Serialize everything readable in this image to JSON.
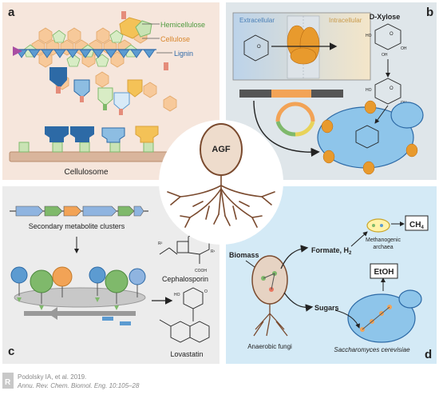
{
  "panels": {
    "a": {
      "label": "a",
      "legend": [
        "Hemicellulose",
        "Cellulose",
        "Lignin"
      ],
      "caption": "Cellulosome"
    },
    "b": {
      "label": "b",
      "extracellular": "Extracellular",
      "intracellular": "Intracellular",
      "sugar": "D-Xylose"
    },
    "c": {
      "label": "c",
      "clusters": "Secondary metabolite clusters",
      "drug1": "Cephalosporin",
      "drug2": "Lovastatin"
    },
    "d": {
      "label": "d",
      "biomass": "Biomass",
      "formate_prefix": "Formate, H",
      "formate_sub": "2",
      "sugars": "Sugars",
      "methane_main": "CH",
      "methane_sub": "4",
      "etoh": "EtOH",
      "methanogen_line1": "Methanogenic",
      "methanogen_line2": "archaea",
      "fungi": "Anaerobic fungi",
      "yeast": "Saccharomyces cerevisiae"
    },
    "center": {
      "label": "AGF"
    }
  },
  "citation": {
    "line1": "Podolsky IA, et al. 2019.",
    "line2": "Annu. Rev. Chem. Biomol. Eng. 10:105–28"
  },
  "colors": {
    "panel_a_bg": "#f6e6dc",
    "panel_b_bg": "#dfe6ea",
    "panel_c_bg": "#ececec",
    "panel_d_bg": "#d4eaf6",
    "hemicellulose": "#7fb96b",
    "cellulose": "#e8a857",
    "lignin": "#3f7ab8",
    "fungus": "#7a4a2e",
    "yeast_fill": "#8ec5ea"
  }
}
